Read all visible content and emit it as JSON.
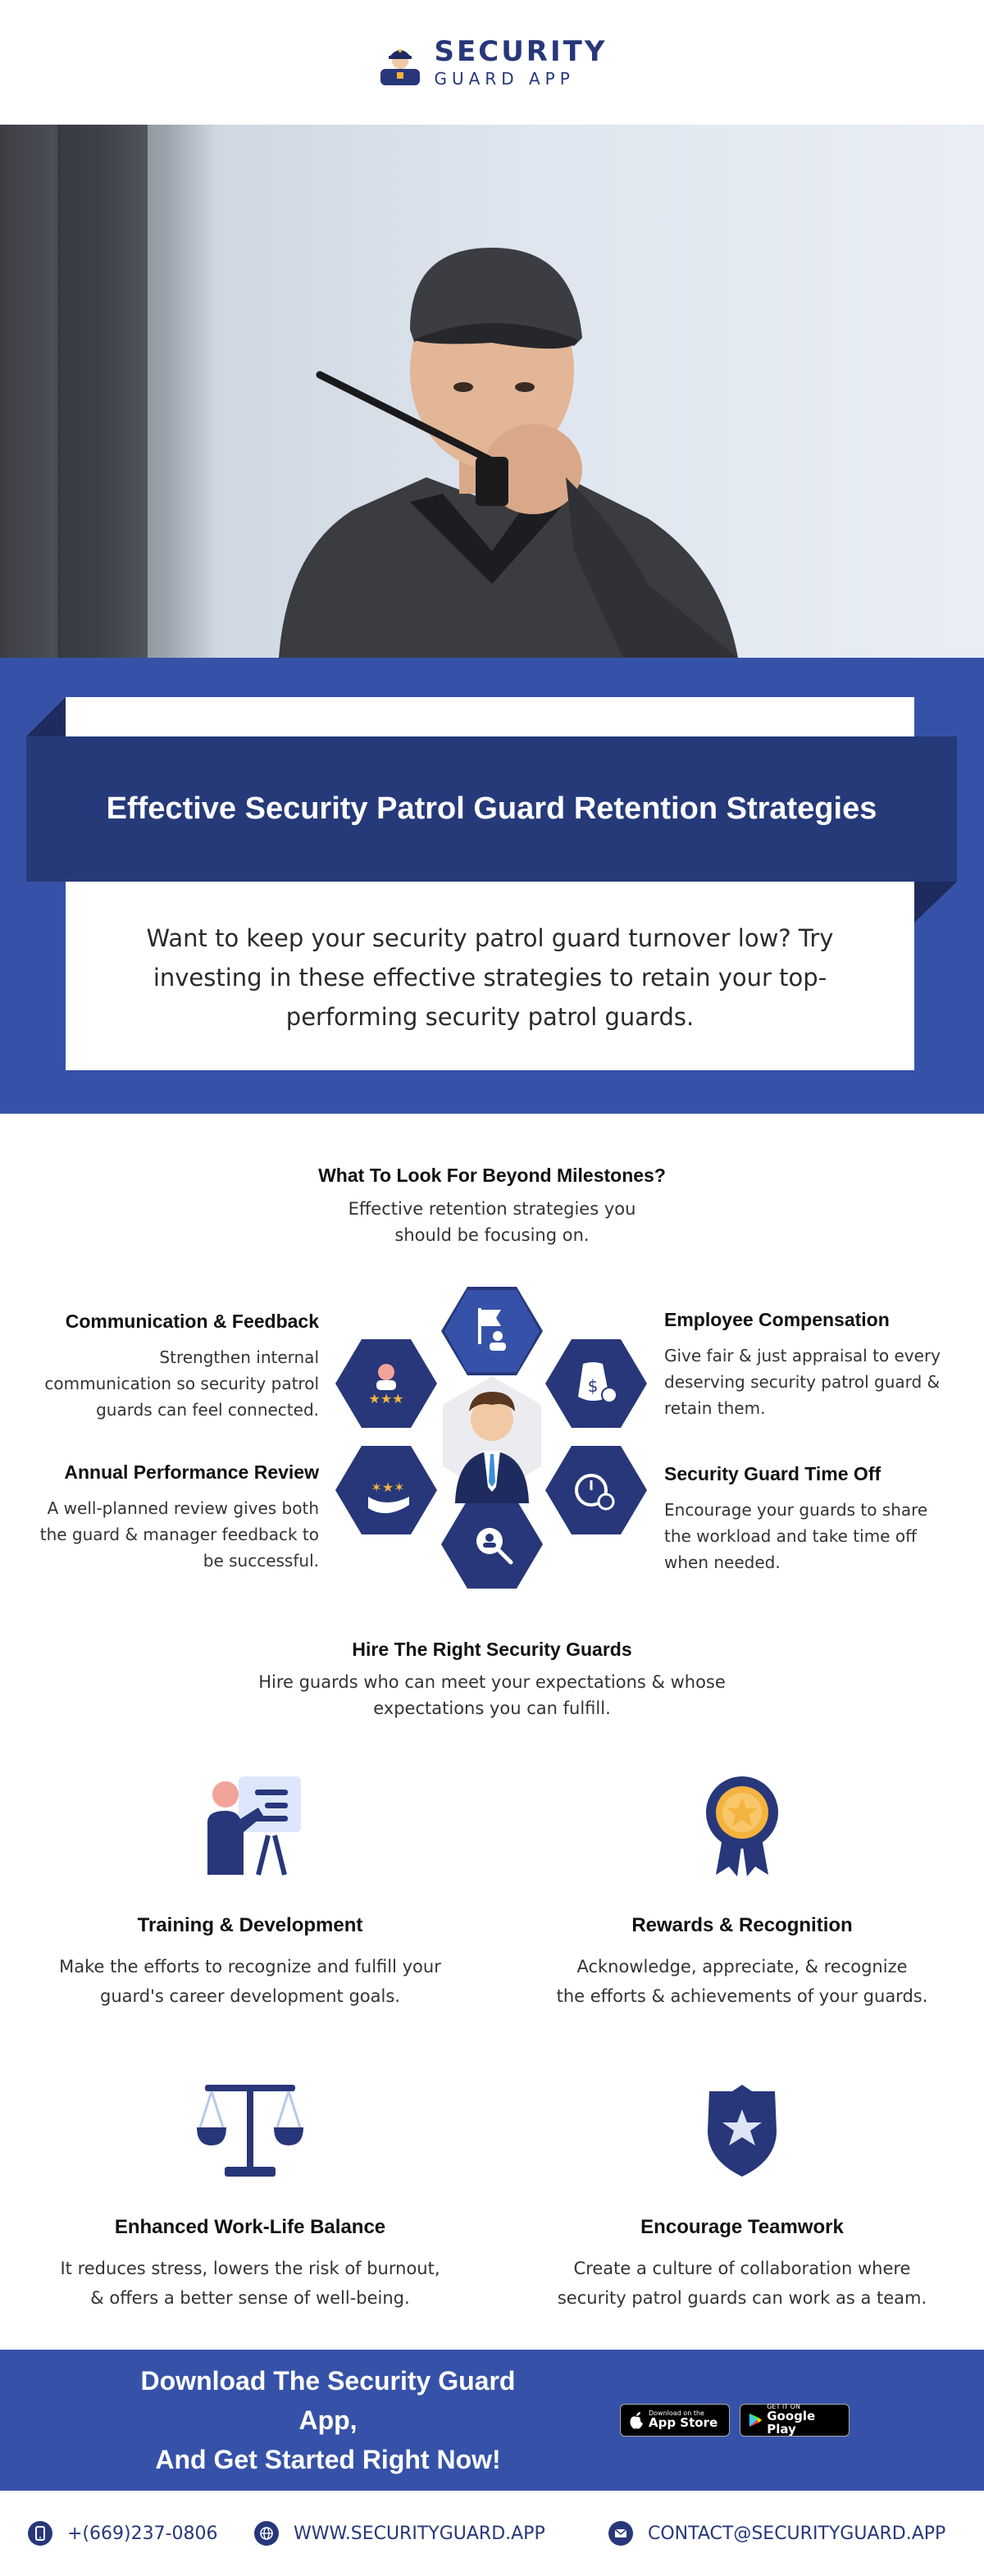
{
  "brand": {
    "line1": "SECURITY",
    "line2": "GUARD APP",
    "color": "#27377a",
    "icon": "guard-avatar-icon"
  },
  "hero": {
    "image": "security-guard-with-walkie-talkie-photo"
  },
  "intro": {
    "title": "Effective Security Patrol Guard Retention Strategies",
    "description": "Want to keep your security patrol guard turnover low? Try investing in these effective strategies to retain your top-performing security patrol guards."
  },
  "milestones": {
    "title": "What To Look For Beyond Milestones?",
    "subtitle_line1": "Effective retention strategies you",
    "subtitle_line2": "should be focusing on.",
    "items": [
      {
        "title": "Communication & Feedback",
        "text": "Strengthen internal communication so security patrol guards can feel connected."
      },
      {
        "title": "Annual Performance Review",
        "text": "A well-planned review gives both the guard & manager feedback to be successful."
      },
      {
        "title": "Employee Compensation",
        "text": "Give fair & just appraisal to every deserving security patrol guard & retain them."
      },
      {
        "title": "Security Guard Time Off",
        "text": "Encourage your guards to share the workload and take time off when needed."
      }
    ]
  },
  "hire": {
    "title": "Hire The Right Security Guards",
    "subtitle_line1": "Hire guards who can meet your expectations & whose",
    "subtitle_line2": "expectations you can fulfill."
  },
  "features": [
    {
      "title": "Training & Development",
      "line1": "Make the efforts to recognize and fulfill your",
      "line2": "guard's career development goals.",
      "icon": "training-presentation-icon"
    },
    {
      "title": "Rewards & Recognition",
      "line1": "Acknowledge, appreciate, & recognize",
      "line2": "the efforts & achievements of your guards.",
      "icon": "award-ribbon-icon"
    },
    {
      "title": "Enhanced Work-Life Balance",
      "line1": "It reduces stress, lowers the risk of burnout,",
      "line2": "& offers a better sense of well-being.",
      "icon": "balance-scale-icon"
    },
    {
      "title": "Encourage Teamwork",
      "line1": "Create a culture of collaboration where",
      "line2": "security patrol guards can work as a team.",
      "icon": "police-badge-icon"
    }
  ],
  "download": {
    "line1": "Download The Security Guard App,",
    "line2": "And Get Started Right Now!",
    "appstore_small": "Download on the",
    "appstore_big": "App Store",
    "googleplay_small": "GET IT ON",
    "googleplay_big": "Google Play"
  },
  "footer": {
    "phone": "+(669)237-0806",
    "website": "WWW.SECURITYGUARD.APP",
    "email": "CONTACT@SECURITYGUARD.APP"
  },
  "colors": {
    "primary": "#3652a8",
    "dark": "#263a7a",
    "accent": "#f4b33e"
  }
}
